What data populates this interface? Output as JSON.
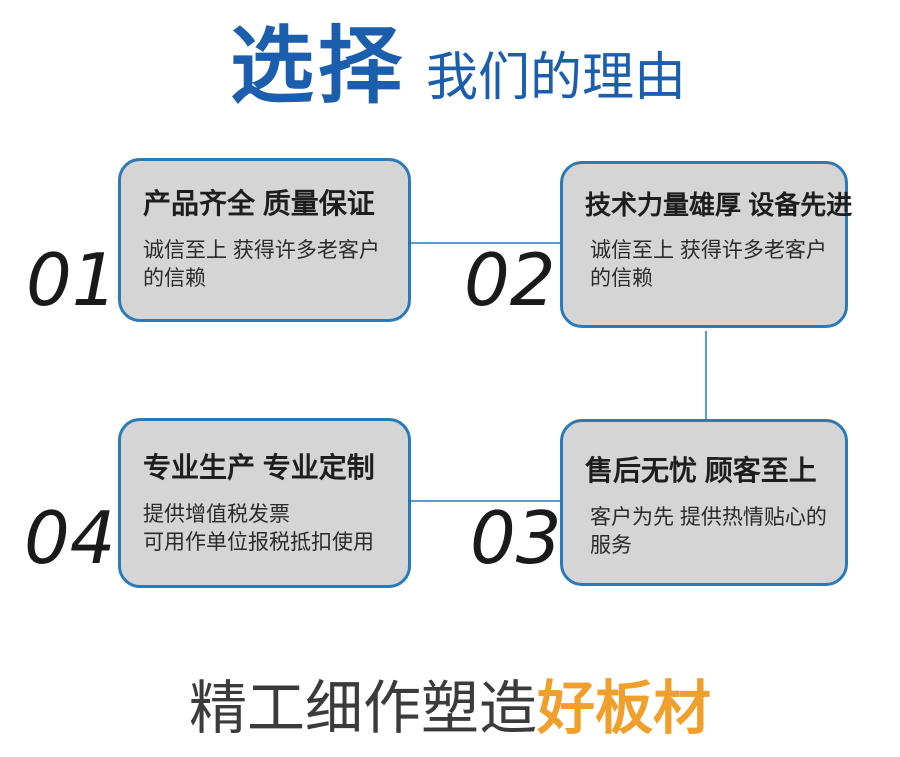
{
  "header": {
    "title_accent": "选择",
    "title_rest": "我们的理由",
    "accent_color": "#1b5ead"
  },
  "cards": [
    {
      "number": "01",
      "title": "产品齐全 质量保证",
      "desc": "诚信至上 获得许多老客户的信赖"
    },
    {
      "number": "02",
      "title": "技术力量雄厚 设备先进",
      "desc": "诚信至上 获得许多老客户的信赖"
    },
    {
      "number": "03",
      "title": "售后无忧 顾客至上",
      "desc": "客户为先 提供热情贴心的服务"
    },
    {
      "number": "04",
      "title": "专业生产 专业定制",
      "desc": "提供增值税发票\n可用作单位报税抵扣使用"
    }
  ],
  "footer": {
    "tagline_main": "精工细作塑造",
    "tagline_accent": "好板材",
    "accent_color": "#ef9f2a"
  },
  "colors": {
    "title_blue": "#1b5ead",
    "card_border_blue": "#2b7ab8",
    "connector_blue": "#5b9bd0",
    "card_bg_gray": "#d5d5d5",
    "tagline_gray": "#3b3b3b",
    "tagline_orange": "#ef9f2a"
  }
}
